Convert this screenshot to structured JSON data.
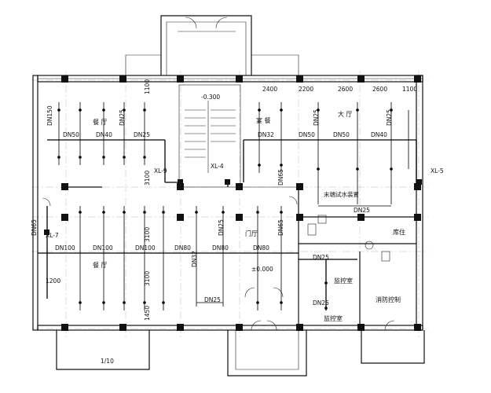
{
  "rooms": {
    "dining_west": "餐 厅",
    "dining_lower": "餐 厅",
    "banquet": "宴 餐",
    "east_hall": "大 厅",
    "entrance_hall": "门厅",
    "monitor_room": "监控室",
    "monitor_room_2": "监控室",
    "fire_control": "消防控制",
    "storage": "库住"
  },
  "risers": {
    "xl9": "XL-9",
    "xl4": "XL-4",
    "xl5": "XL-5",
    "xl7": "XL-7"
  },
  "elevations": {
    "upper": "-0.300",
    "lower": "±0.000"
  },
  "valve_label": "末端试水装置",
  "dimensions": {
    "top": [
      "2400",
      "2200",
      "2600",
      "2600",
      "1100"
    ],
    "v1": "1100",
    "v2": "3100",
    "v3": "3100",
    "v4": "1450",
    "v5": "3100",
    "h_left": "1200"
  },
  "pipes": {
    "dn25": "DN25",
    "dn32": "DN32",
    "dn40": "DN40",
    "dn50": "DN50",
    "dn65": "DN65",
    "dn80": "DN80",
    "dn100": "DN100",
    "dn150": "DN150"
  },
  "scale_note": "1/10"
}
